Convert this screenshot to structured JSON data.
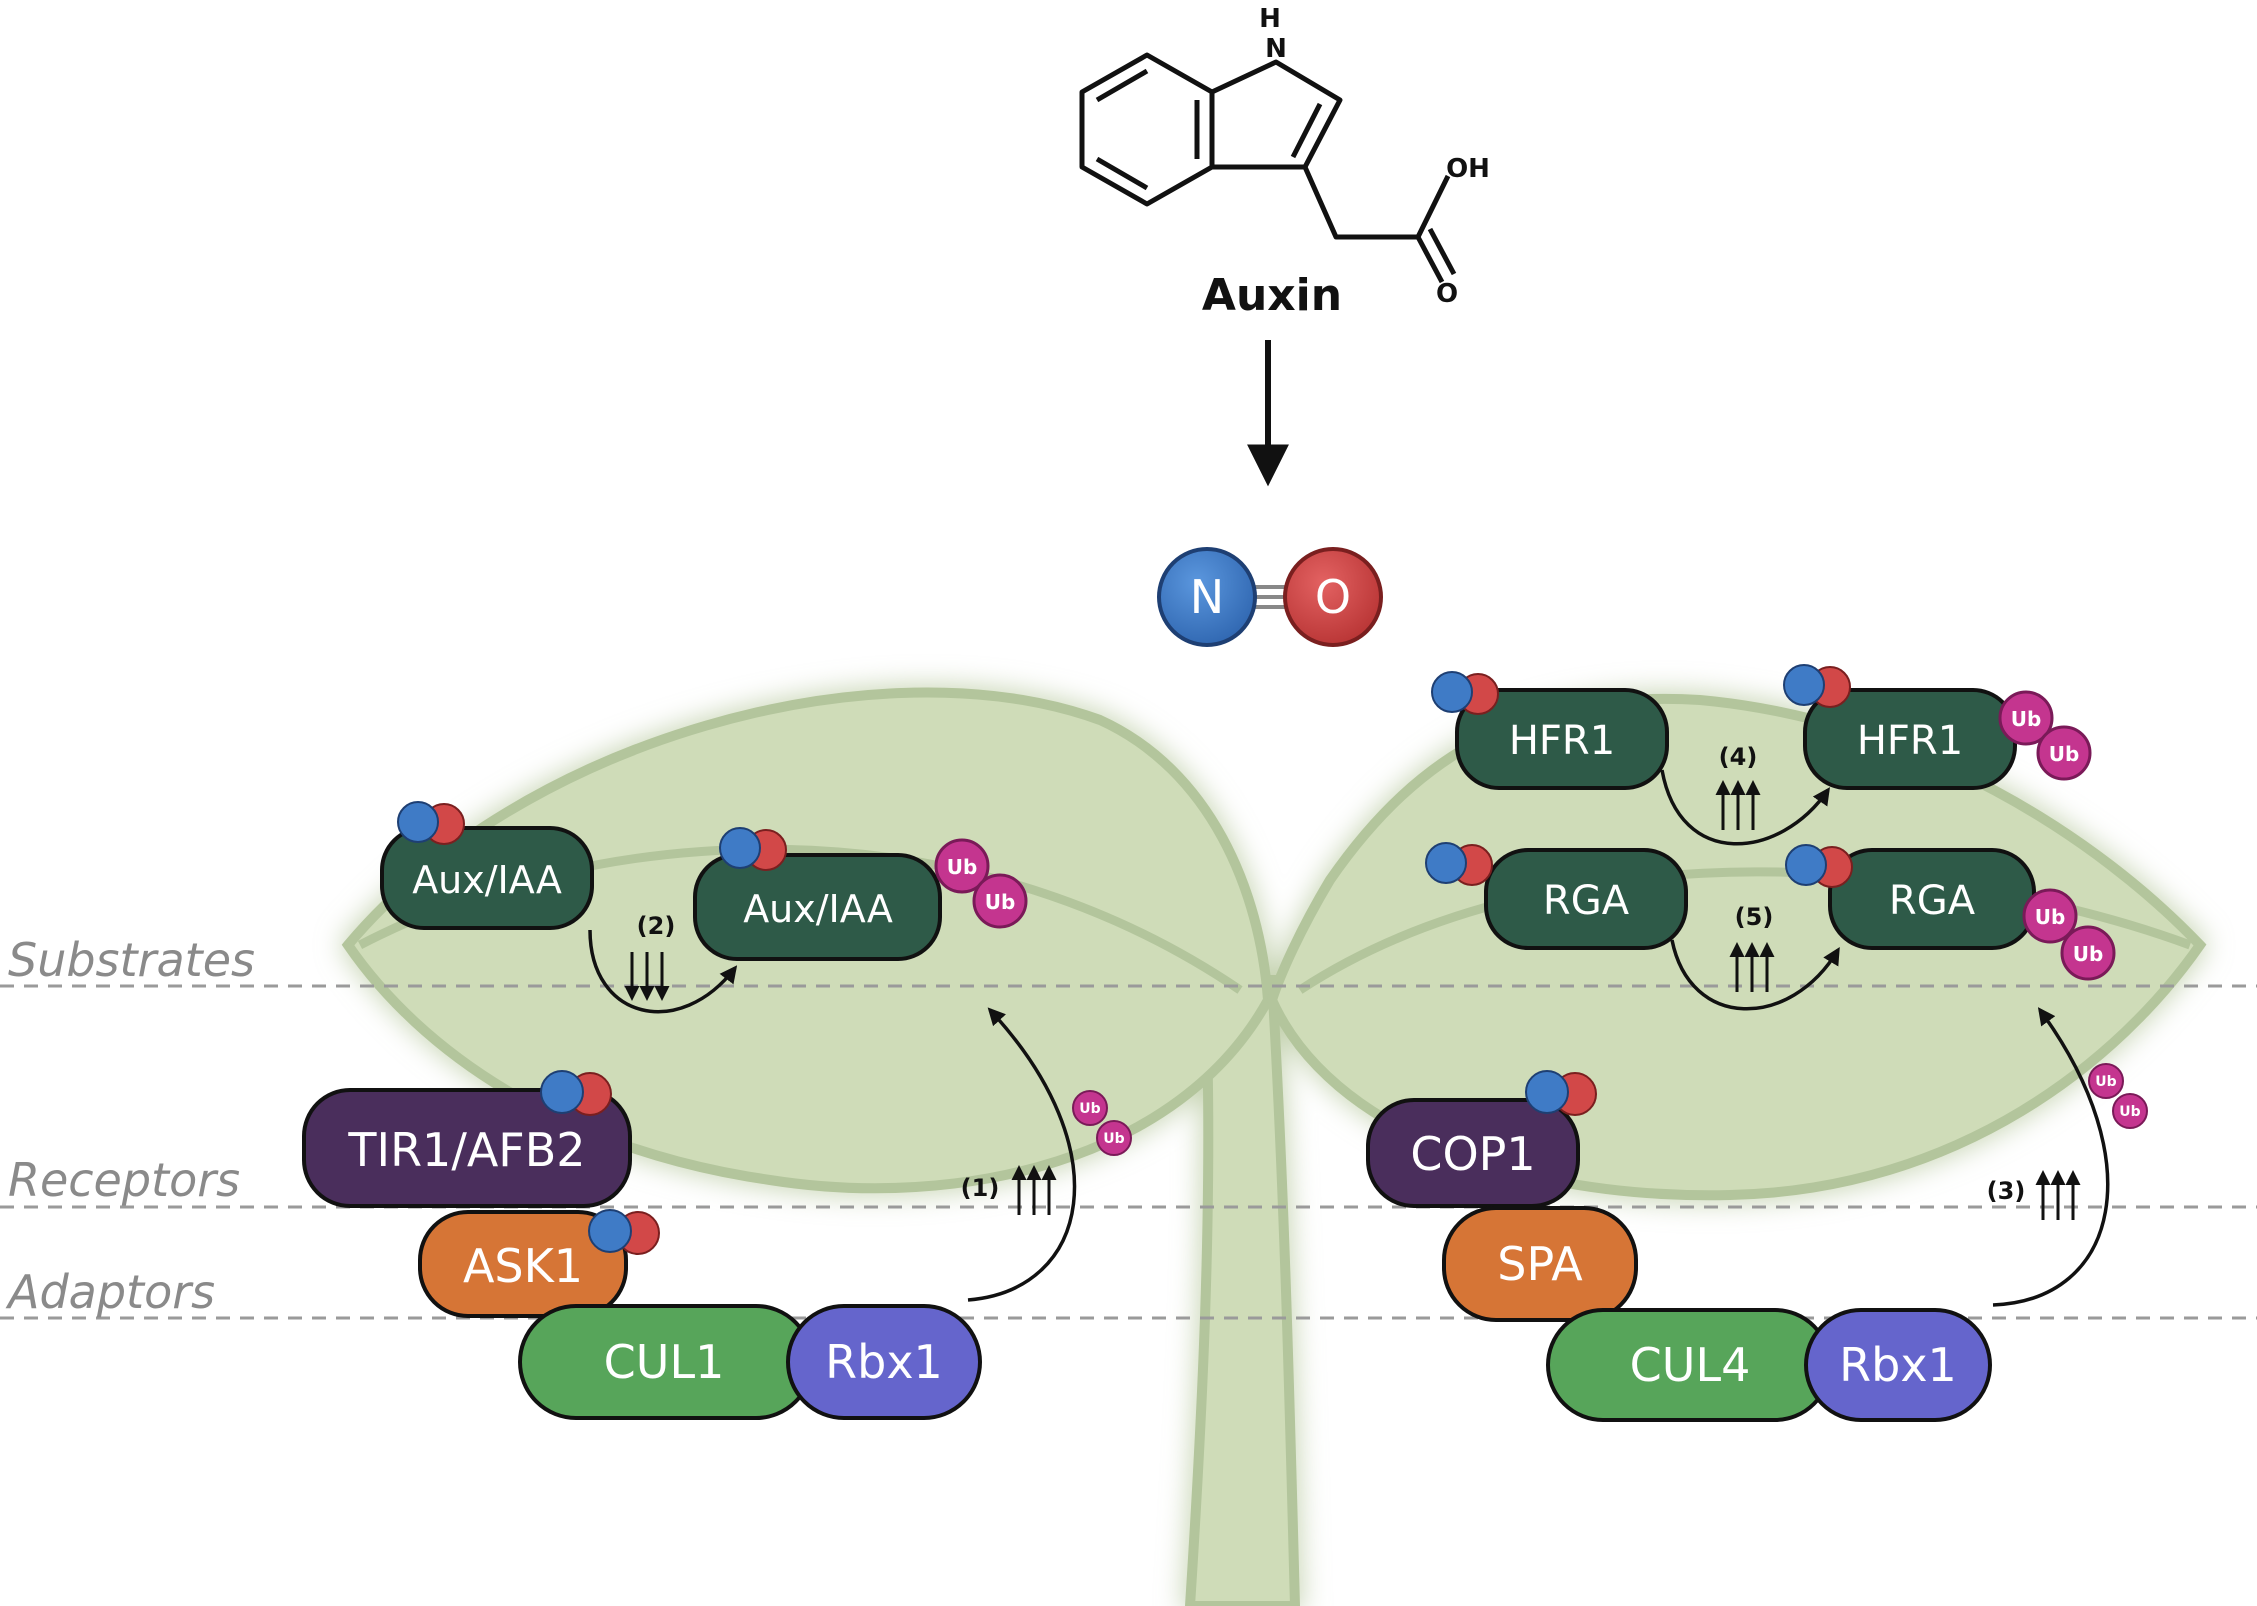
{
  "molecule": {
    "name": "Auxin",
    "atoms": {
      "nh_h": "H",
      "nh_n": "N",
      "oh": "OH",
      "o": "O"
    }
  },
  "no_molecule": {
    "n": "N",
    "o": "O"
  },
  "lanes": {
    "substrates": "Substrates",
    "receptors": "Receptors",
    "adaptors": "Adaptors"
  },
  "left_complex": {
    "receptor": "TIR1/AFB2",
    "adaptor": "ASK1",
    "scaffold": "CUL1",
    "ring": "Rbx1",
    "substrate_before": "Aux/IAA",
    "substrate_after": "Aux/IAA",
    "step_substrate": "(2)",
    "step_ligase": "(1)"
  },
  "right_complex": {
    "receptor": "COP1",
    "adaptor": "SPA",
    "scaffold": "CUL4",
    "ring": "Rbx1",
    "hfr1_before": "HFR1",
    "hfr1_after": "HFR1",
    "rga_before": "RGA",
    "rga_after": "RGA",
    "step_hfr1": "(4)",
    "step_rga": "(5)",
    "step_ligase": "(3)"
  },
  "ubiquitin_label": "Ub",
  "colors": {
    "substrate": "#2e5a48",
    "receptor": "#4a2e5c",
    "adaptor": "#d67536",
    "cullin": "#57a55a",
    "rbx1": "#6565cc",
    "ubiquitin": "#c4358f",
    "nitrogen": "#3f7bc6",
    "oxygen": "#d34545",
    "plant": "#cfdcb8",
    "plant_stroke": "#b3c59c"
  },
  "icons": {
    "no-tag": "two-sphere nitric oxide marker",
    "ub-tag": "ubiquitin pair",
    "up-arrows": "triple up arrow",
    "down-arrows": "triple down arrow"
  }
}
